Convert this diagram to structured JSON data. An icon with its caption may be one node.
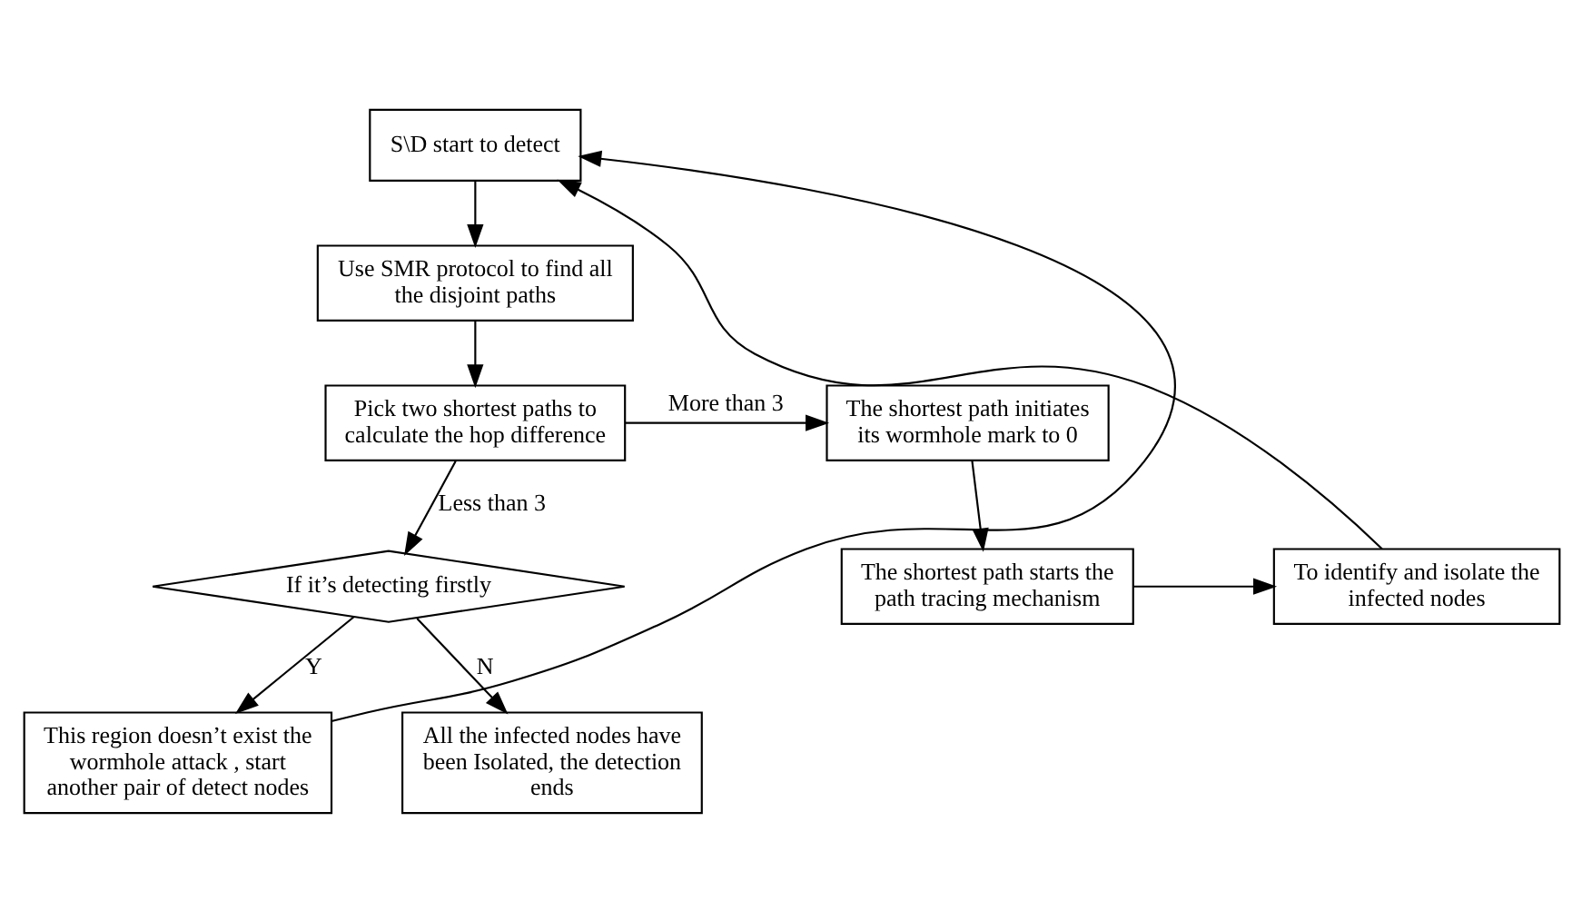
{
  "diagram": {
    "nodes": [
      {
        "text": [
          "S\\D start to detect"
        ]
      },
      {
        "text": [
          "Use SMR protocol to find all the disjoint paths"
        ]
      },
      {
        "text": [
          "Pick two shortest paths to calculate the hop difference"
        ]
      },
      {
        "text": [
          "The shortest path initiates its wormhole mark to 0"
        ]
      },
      {
        "text": [
          "If it’s detecting firstly"
        ]
      },
      {
        "text": [
          "The shortest path starts the path tracing mechanism"
        ]
      },
      {
        "text": [
          "To identify and isolate the infected nodes"
        ]
      },
      {
        "text": [
          "This region doesn’t exist the wormhole attack , start another pair of detect nodes"
        ]
      },
      {
        "text": [
          "All the infected nodes have been Isolated, the detection ends"
        ]
      }
    ],
    "edges": [
      {
        "from": 0,
        "to": 1,
        "arrow": "to"
      },
      {
        "from": 1,
        "to": 2,
        "arrow": "to"
      },
      {
        "from": 2,
        "to": 3,
        "arrow": "to",
        "label": "More than 3"
      },
      {
        "from": 2,
        "to": 4,
        "arrow": "to",
        "label": "Less than 3"
      },
      {
        "from": 3,
        "to": 5,
        "arrow": "to"
      },
      {
        "from": 5,
        "to": 6,
        "arrow": "to"
      },
      {
        "from": 6,
        "to": 0,
        "arrow": "to"
      },
      {
        "from": 4,
        "to": 7,
        "arrow": "to",
        "label": "Y"
      },
      {
        "from": 4,
        "to": 8,
        "arrow": "to",
        "label": "N"
      },
      {
        "from": 7,
        "to": 0,
        "arrow": "to"
      }
    ]
  }
}
